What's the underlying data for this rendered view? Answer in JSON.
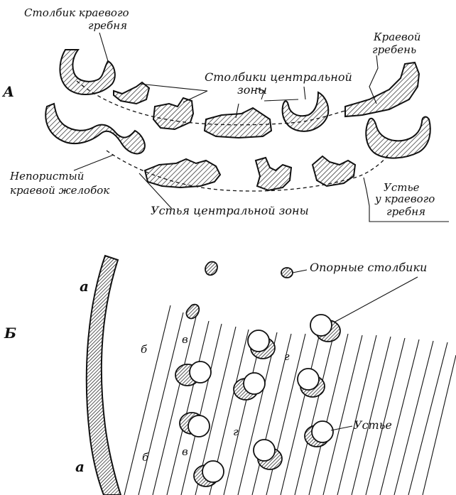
{
  "panel_a": {
    "panel_letter": "А",
    "labels": {
      "marginal_ridge_column_line1": "Столбик краевого",
      "marginal_ridge_column_line2": "гребня",
      "marginal_ridge_line1": "Краевой",
      "marginal_ridge_line2": "гребень",
      "central_columns_line1": "Столбики центральной",
      "central_columns_line2": "зоны",
      "nonporous_groove_line1": "Непористый",
      "nonporous_groove_line2": "краевой желобок",
      "central_mouths": "Устья центральной зоны",
      "ridge_mouth_line1": "Устье",
      "ridge_mouth_line2": "у краевого",
      "ridge_mouth_line3": "гребня"
    }
  },
  "panel_b": {
    "panel_letter": "Б",
    "labels": {
      "support_columns": "Опорные столбики",
      "mouth": "Устье",
      "zone_a_top": "а",
      "zone_a_bottom": "а",
      "zone_b_top": "б",
      "zone_b_bottom": "б",
      "zone_v_top": "в",
      "zone_v_bottom": "в",
      "zone_g_top": "г",
      "zone_g_middle": "г"
    }
  },
  "colors": {
    "ink": "#111111",
    "paper": "#ffffff"
  }
}
